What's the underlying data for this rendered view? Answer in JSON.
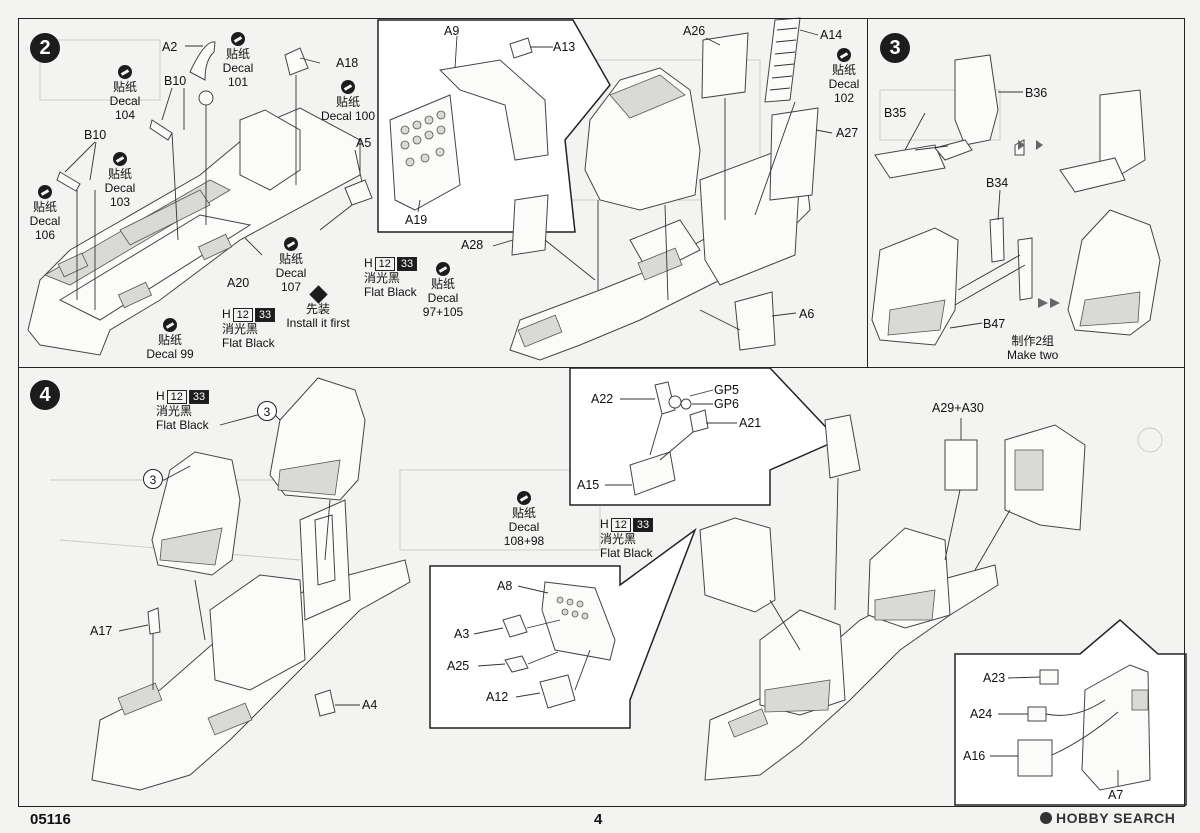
{
  "page": {
    "code": "05116",
    "number": "4",
    "watermark": "HOBBY SEARCH"
  },
  "steps": [
    {
      "num": "2"
    },
    {
      "num": "3"
    },
    {
      "num": "4"
    }
  ],
  "s2": {
    "parts": {
      "A2": "A2",
      "A18": "A18",
      "A5": "A5",
      "B10a": "B10",
      "B10b": "B10",
      "A20": "A20",
      "A9": "A9",
      "A13": "A13",
      "A19": "A19",
      "A26": "A26",
      "A14": "A14",
      "A27": "A27",
      "A28": "A28",
      "A6": "A6"
    },
    "decals": [
      {
        "zh": "贴纸",
        "en": "Decal",
        "no": "101"
      },
      {
        "zh": "贴纸",
        "en": "Decal 100",
        "no": ""
      },
      {
        "zh": "贴纸",
        "en": "Decal",
        "no": "104"
      },
      {
        "zh": "贴纸",
        "en": "Decal",
        "no": "103"
      },
      {
        "zh": "贴纸",
        "en": "Decal",
        "no": "106"
      },
      {
        "zh": "贴纸",
        "en": "Decal",
        "no": "107"
      },
      {
        "zh": "贴纸",
        "en": "Decal  99",
        "no": ""
      },
      {
        "zh": "贴纸",
        "en": "Decal",
        "no": "97+105"
      },
      {
        "zh": "贴纸",
        "en": "Decal",
        "no": "102"
      }
    ],
    "paint1": {
      "letter": "H",
      "code1": "12",
      "code2": "33",
      "zh": "消光黑",
      "en": "Flat Black"
    },
    "paint2": {
      "letter": "H",
      "code1": "12",
      "code2": "33",
      "zh": "消光黑",
      "en": "Flat Black"
    },
    "first": {
      "zh": "先装",
      "en": "Install it first"
    }
  },
  "s3": {
    "parts": {
      "B35": "B35",
      "B36": "B36",
      "B34": "B34",
      "B47": "B47"
    },
    "make": {
      "zh": "制作2组",
      "en": "Make two"
    }
  },
  "s4": {
    "refs": [
      "3",
      "3"
    ],
    "paint1": {
      "letter": "H",
      "code1": "12",
      "code2": "33",
      "zh": "消光黑",
      "en": "Flat Black"
    },
    "paint2": {
      "letter": "H",
      "code1": "12",
      "code2": "33",
      "zh": "消光黑",
      "en": "Flat Black"
    },
    "decal": {
      "zh": "贴纸",
      "en": "Decal",
      "no": "108+98"
    },
    "parts": {
      "A17": "A17",
      "A4": "A4",
      "A8": "A8",
      "A3": "A3",
      "A25": "A25",
      "A12": "A12",
      "A22": "A22",
      "GP5": "GP5",
      "GP6": "GP6",
      "A21": "A21",
      "A15": "A15",
      "A2930": "A29+A30",
      "A23": "A23",
      "A24": "A24",
      "A16": "A16",
      "A7": "A7"
    }
  }
}
